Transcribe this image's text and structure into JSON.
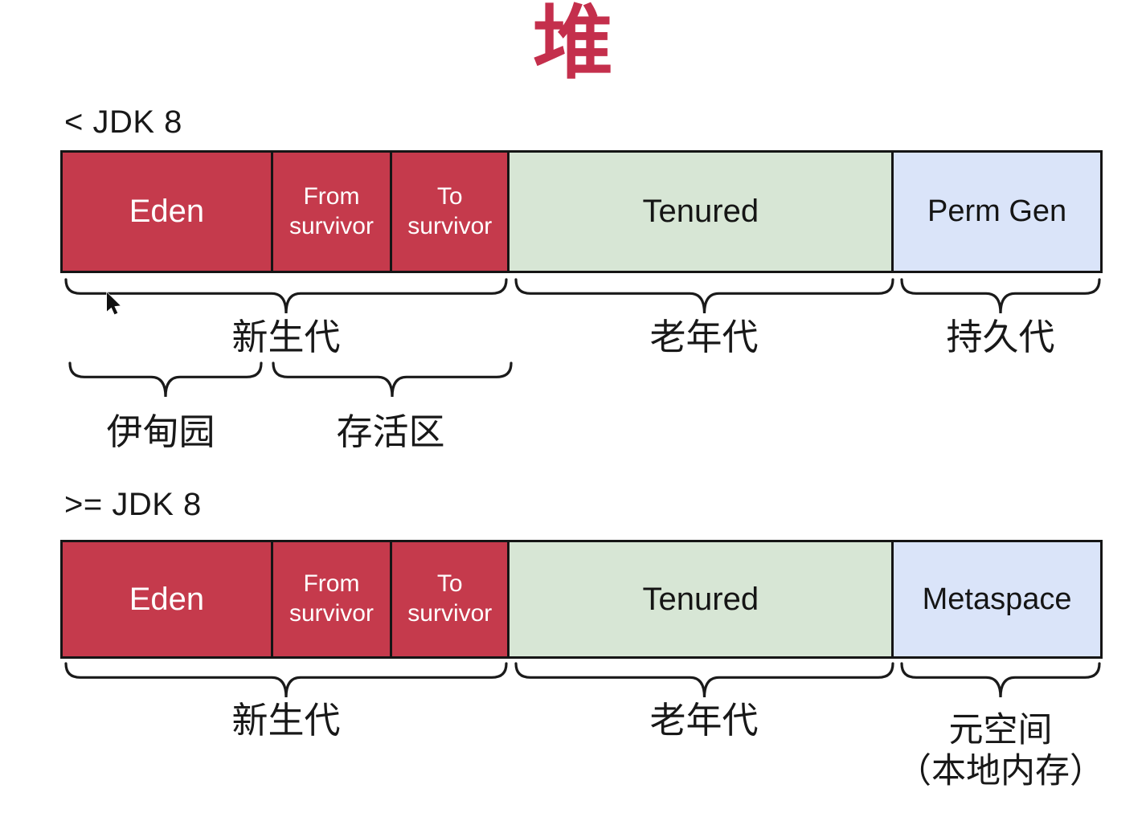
{
  "title": "堆",
  "colors": {
    "title_red": "#C42F4C",
    "segment_red": "#C53A4C",
    "segment_green": "#D7E6D5",
    "segment_blue": "#DAE4F9",
    "border": "#1A1A1A"
  },
  "jdk_old": {
    "version_label": "< JDK 8",
    "segments": {
      "eden": "Eden",
      "from_survivor": "From survivor",
      "to_survivor": "To survivor",
      "tenured": "Tenured",
      "perm_gen": "Perm Gen"
    },
    "braces": {
      "young_gen": "新生代",
      "old_gen": "老年代",
      "perm_gen": "持久代",
      "eden_cn": "伊甸园",
      "survivor_cn": "存活区"
    }
  },
  "jdk_new": {
    "version_label": ">= JDK 8",
    "segments": {
      "eden": "Eden",
      "from_survivor": "From survivor",
      "to_survivor": "To survivor",
      "tenured": "Tenured",
      "metaspace": "Metaspace"
    },
    "braces": {
      "young_gen": "新生代",
      "old_gen": "老年代",
      "metaspace_line1": "元空间",
      "metaspace_line2": "（本地内存）"
    }
  }
}
